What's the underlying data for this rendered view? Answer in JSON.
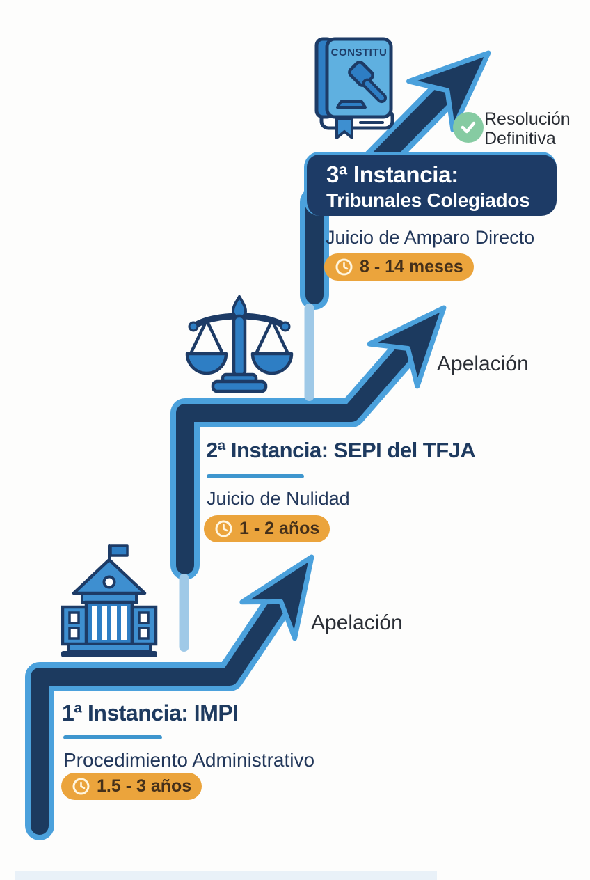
{
  "palette": {
    "navy": "#1D3B66",
    "path_navy": "#1C3A5F",
    "accent_blue": "#4BA1DC",
    "mid_blue": "#2E7EC4",
    "icon_blue": "#3E8FD0",
    "pale_blue_dash": "#9FC9E7",
    "orange_pill": "#EBA43C",
    "pill_text": "#45301A",
    "green_check": "#86CBA2",
    "text_dark": "#2A2E35",
    "white": "#FFFFFF"
  },
  "outcome": {
    "line1": "Resolución",
    "line2": "Definitiva"
  },
  "stages": [
    {
      "title": "1ª Instancia: IMPI",
      "subtitle": "Procedimiento Administrativo",
      "duration": "1.5 - 3 años",
      "icon": "government-building-icon",
      "arrow_label": "Apelación"
    },
    {
      "title": "2ª Instancia: SEPI del TFJA",
      "subtitle": "Juicio de Nulidad",
      "duration": "1 - 2 años",
      "icon": "scales-of-justice-icon",
      "arrow_label": "Apelación"
    },
    {
      "title_line1": "3ª Instancia:",
      "title_line2": "Tribunales Colegiados",
      "subtitle": "Juicio de Amparo Directo",
      "duration": "8 - 14 meses",
      "icon": "constitution-book-icon",
      "book_cover_label": "CONSTITU"
    }
  ]
}
